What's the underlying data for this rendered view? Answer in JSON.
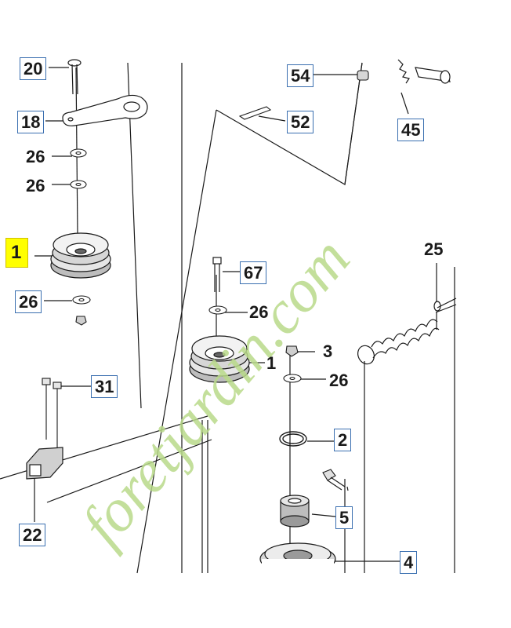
{
  "callouts": {
    "c20": "20",
    "c18": "18",
    "c26a": "26",
    "c26b": "26",
    "c1a": "1",
    "c26c": "26",
    "c31": "31",
    "c22": "22",
    "c54": "54",
    "c52": "52",
    "c45": "45",
    "c67": "67",
    "c26d": "26",
    "c1b": "1",
    "c3": "3",
    "c26e": "26",
    "c2": "2",
    "c5": "5",
    "c4": "4",
    "c25": "25"
  },
  "watermark": {
    "text": "foretjardin.com"
  },
  "colors": {
    "callout_border": "#3a6fb0",
    "highlight": "#ffff00",
    "watermark_green": "#b9d98a",
    "watermark_grey": "#c9c4b8",
    "line": "#1a1a1a"
  }
}
